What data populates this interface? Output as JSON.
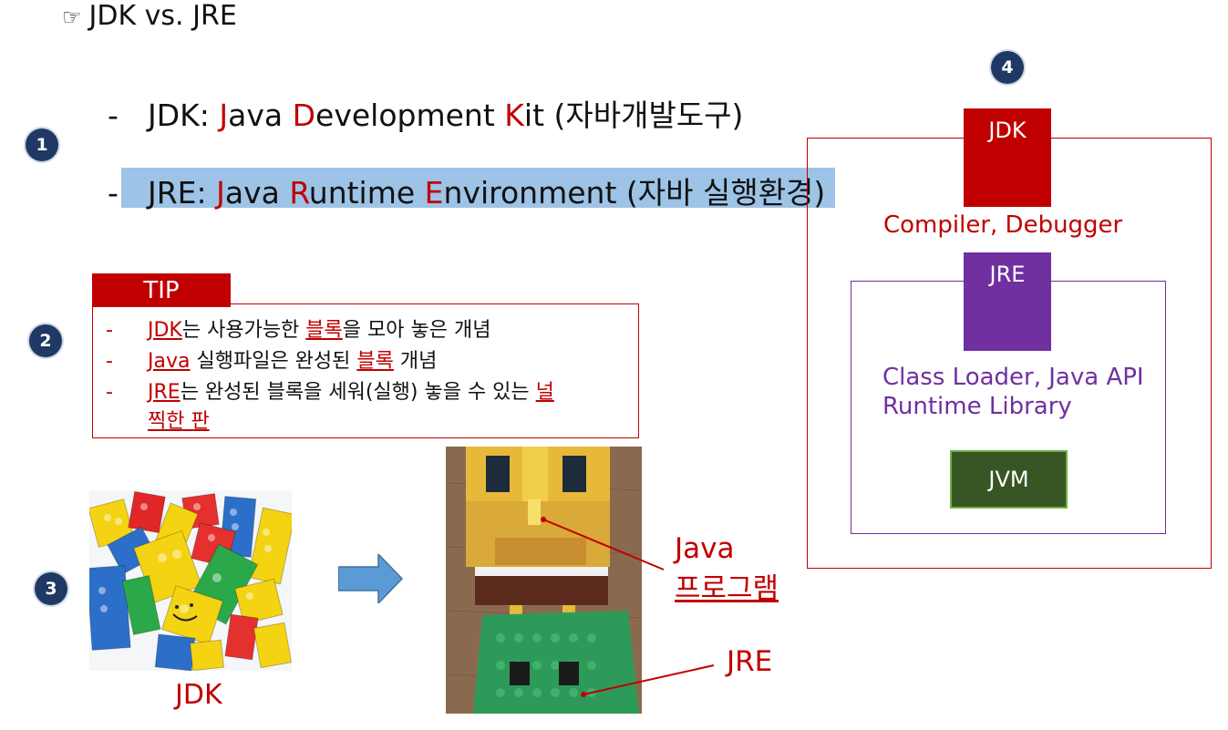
{
  "title": {
    "icon": "pointing-hand-icon",
    "glyph": "☞",
    "text": "JDK vs. JRE"
  },
  "badges": [
    "1",
    "2",
    "3",
    "4"
  ],
  "jdk_line": {
    "dash": "-",
    "label": "JDK: ",
    "w1a": "J",
    "w1b": "ava ",
    "w2a": "D",
    "w2b": "evelopment ",
    "w3a": "K",
    "w3b": "it (자바개발도구)"
  },
  "jre_line": {
    "dash": "-",
    "label": "JRE: ",
    "w1a": "J",
    "w1b": "ava ",
    "w2a": "R",
    "w2b": "untime ",
    "w3a": "E",
    "w3b": "nvironment (자바 실행환경)"
  },
  "tip": {
    "header": "TIP",
    "item1": {
      "dash": "-",
      "a": "JDK",
      "b": "는 사용가능한 ",
      "c": "블록",
      "d": "을 모아 놓은 개념"
    },
    "item2": {
      "dash": "-",
      "a": "Java",
      "b": " 실행파일은 완성된 ",
      "c": "블록",
      "d": " 개념"
    },
    "item3": {
      "dash": "-",
      "a": "JRE",
      "b": "는 완성된 블록을 세워(실행) 놓을 수 있는 ",
      "c": "널",
      "line2": "찍한 판"
    }
  },
  "diagram": {
    "jdk_tag": "JDK",
    "jdk_desc": "Compiler, Debugger",
    "jre_tag": "JRE",
    "jre_desc_1": "Class Loader, Java API",
    "jre_desc_2": "Runtime Library",
    "jvm": "JVM"
  },
  "pictures": {
    "legos_caption": "JDK",
    "java_label_1": "Java",
    "java_label_2": "프로그램",
    "jre_label": "JRE"
  },
  "colors": {
    "accent_red": "#c00000",
    "purple": "#7030a0",
    "navy": "#1f3864",
    "highlight": "#9dc3e6",
    "jvm_green": "#375623"
  }
}
